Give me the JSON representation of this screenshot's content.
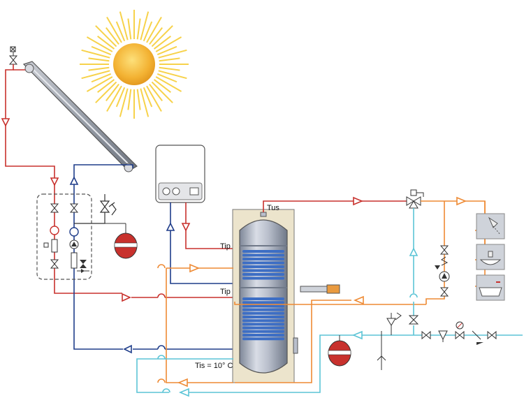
{
  "labels": {
    "tus": "Tus",
    "tip_upper": "Tip",
    "tip_lower": "Tip",
    "tis": "Tis = 10° C"
  },
  "colors": {
    "hot": "#c8312d",
    "cold_return": "#1f3d8a",
    "dhw": "#ee8a34",
    "cold_water": "#5bc4d6",
    "tank_shell": "#8f98aa",
    "insulation": "#ece4cc",
    "coil": "#3d6ec4",
    "sun": "#f3b233",
    "sun_rays": "#f7d24a"
  },
  "icons": [
    "sun-icon",
    "solar-collector",
    "boiler-icon",
    "storage-tank",
    "expansion-vessel",
    "pump-icon",
    "shower-icon",
    "sink-icon",
    "bathtub-icon",
    "electric-heater-icon",
    "mixing-valve-icon"
  ]
}
